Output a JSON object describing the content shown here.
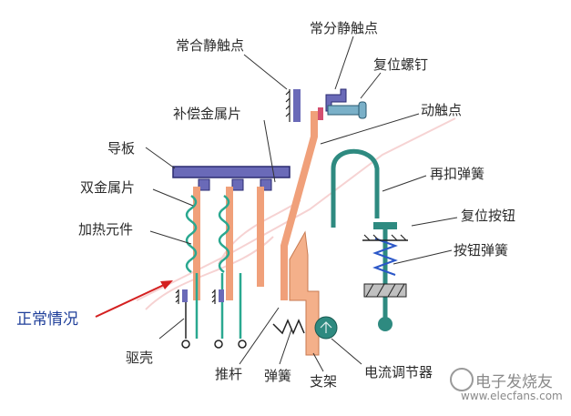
{
  "labels": {
    "normally_closed_static_contact": "常合静触点",
    "normally_open_static_contact": "常分静触点",
    "reset_screw": "复位螺钉",
    "compensating_metal_strip": "补偿金属片",
    "moving_contact": "动触点",
    "guide_plate": "导板",
    "bimetal_strip": "双金属片",
    "rebuckle_spring": "再扣弹簧",
    "heating_element": "加热元件",
    "reset_button": "复位按钮",
    "button_spring": "按钮弹簧",
    "normal_condition": "正常情况",
    "housing": "驱壳",
    "push_rod": "推杆",
    "spring": "弹簧",
    "bracket": "支架",
    "current_regulator": "电流调节器"
  },
  "watermark": {
    "text": "电子发烧友",
    "url": "www.elecfans.com"
  },
  "colors": {
    "guide_plate": "#6a6ab8",
    "bimetal": "#f0a07a",
    "heater_coil": "#2aa890",
    "teal_part": "#2e8a80",
    "label_line": "#333333",
    "arrow_red": "#d42020"
  }
}
